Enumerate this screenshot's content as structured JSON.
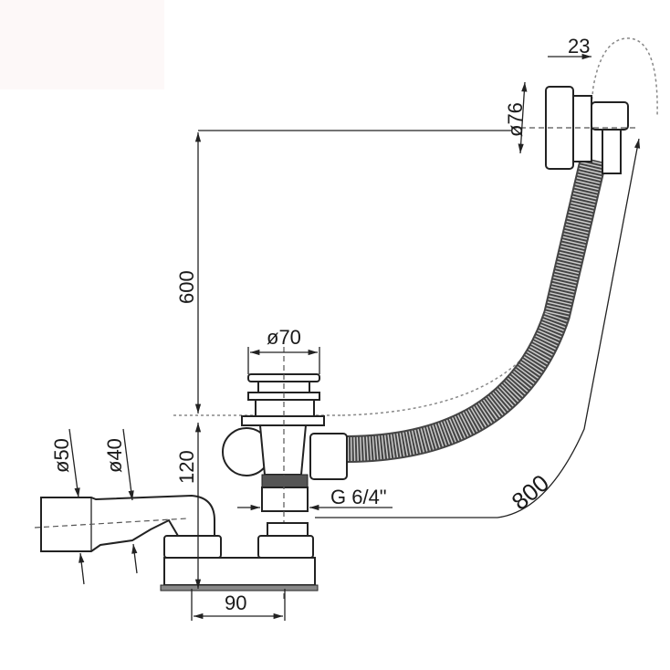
{
  "title": "Bath waste and overflow set – dimension drawing",
  "dimensions": {
    "overflow_depth": "23",
    "overflow_diameter": "ø76",
    "height": "600",
    "drain_diameter": "ø70",
    "outlet_diameter_outer": "ø50",
    "outlet_diameter_inner": "ø40",
    "trap_height": "120",
    "thread": "G 6/4\"",
    "hose_length": "800",
    "trap_offset": "90"
  },
  "colors": {
    "line": "#222222",
    "hose": "#444444",
    "background": "#ffffff"
  }
}
